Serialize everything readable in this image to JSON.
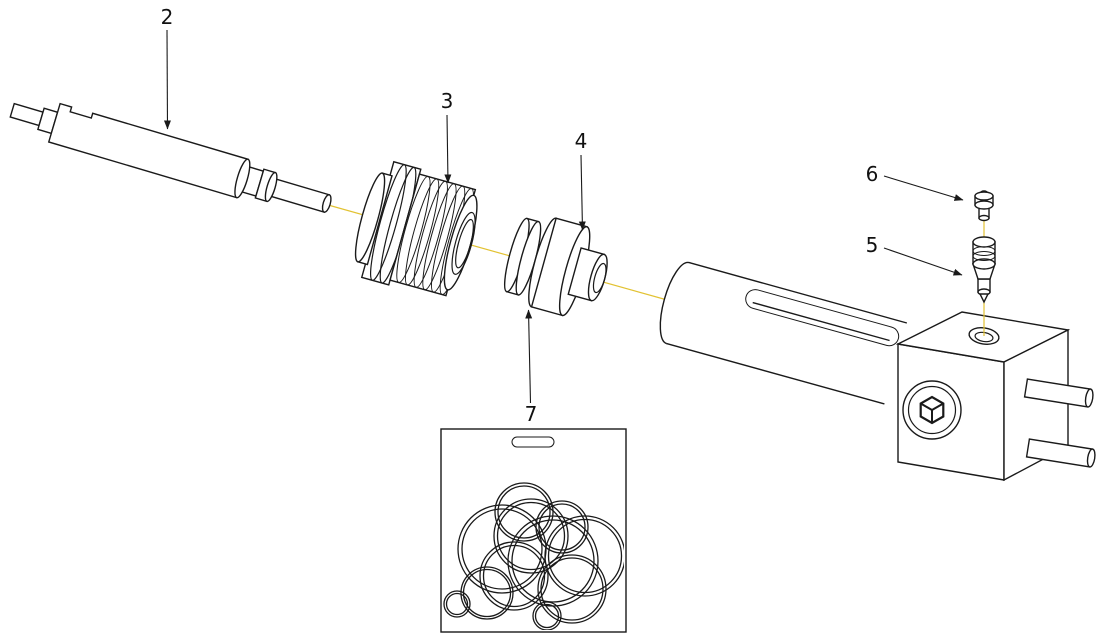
{
  "diagram": {
    "callouts": [
      {
        "id": "2",
        "label": "2"
      },
      {
        "id": "3",
        "label": "3"
      },
      {
        "id": "4",
        "label": "4"
      },
      {
        "id": "5",
        "label": "5"
      },
      {
        "id": "6",
        "label": "6"
      },
      {
        "id": "7",
        "label": "7"
      }
    ],
    "colors": {
      "centerline": "#e2c232",
      "line": "#1a1a1a",
      "background": "#ffffff"
    }
  }
}
